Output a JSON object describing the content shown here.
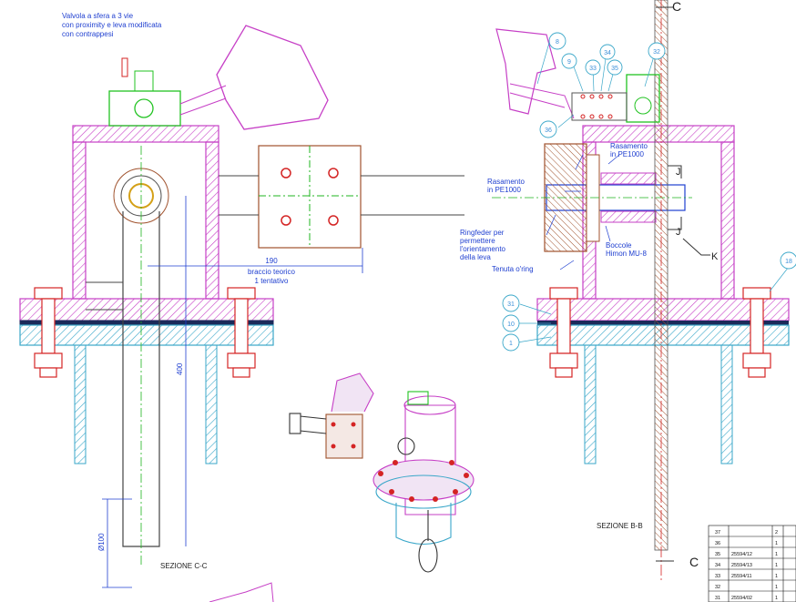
{
  "drawing": {
    "labels": {
      "valve_note": [
        "Valvola a sfera a 3 vie",
        "con proximity e leva modificata",
        "con contrappesi"
      ],
      "dim_arm": [
        "190",
        "braccio teorico",
        "1 tentativo"
      ],
      "dim_400": "400",
      "dim_phi100": "Ø100",
      "section_cc": "SEZIONE C-C",
      "section_bb": "SEZIONE B-B",
      "rasamento_1": [
        "Rasamento",
        "in PE1000"
      ],
      "rasamento_2": [
        "Rasamento",
        "in PE1000"
      ],
      "ringfeder": [
        "Ringfeder per",
        "permettere",
        "l'orientamento",
        "della leva"
      ],
      "tenuta": "Tenuta o'ring",
      "boccole": [
        "Boccole",
        "Himon MU-8"
      ],
      "cut_c_top": "C",
      "cut_c_bottom": "C",
      "cut_j_top": "J",
      "cut_j_bottom": "J",
      "cut_k": "K"
    },
    "balloons": [
      {
        "id": "b8",
        "num": "8"
      },
      {
        "id": "b9",
        "num": "9"
      },
      {
        "id": "b33",
        "num": "33"
      },
      {
        "id": "b34",
        "num": "34"
      },
      {
        "id": "b35",
        "num": "35"
      },
      {
        "id": "b32",
        "num": "32"
      },
      {
        "id": "b36",
        "num": "36"
      },
      {
        "id": "b31",
        "num": "31"
      },
      {
        "id": "b10",
        "num": "10"
      },
      {
        "id": "b1",
        "num": "1"
      },
      {
        "id": "b18",
        "num": "18"
      }
    ],
    "parts_table": [
      {
        "pos": "37",
        "code": "",
        "qty": "2"
      },
      {
        "pos": "36",
        "code": "",
        "qty": "1"
      },
      {
        "pos": "35",
        "code": "25594/12",
        "qty": "1"
      },
      {
        "pos": "34",
        "code": "25594/13",
        "qty": "1"
      },
      {
        "pos": "33",
        "code": "25594/11",
        "qty": "1"
      },
      {
        "pos": "32",
        "code": "",
        "qty": "1"
      },
      {
        "pos": "31",
        "code": "25594/02",
        "qty": "1"
      }
    ],
    "colors": {
      "flange_hatch": "#c63fc6",
      "pipe_hatch": "#3aa7c9",
      "bolt": "#d42424",
      "centerline": "#1fb41f",
      "valve": "#22c322",
      "plate": "#a0522d",
      "text": "#1f3fd0",
      "balloon": "#3a8fd8"
    }
  }
}
